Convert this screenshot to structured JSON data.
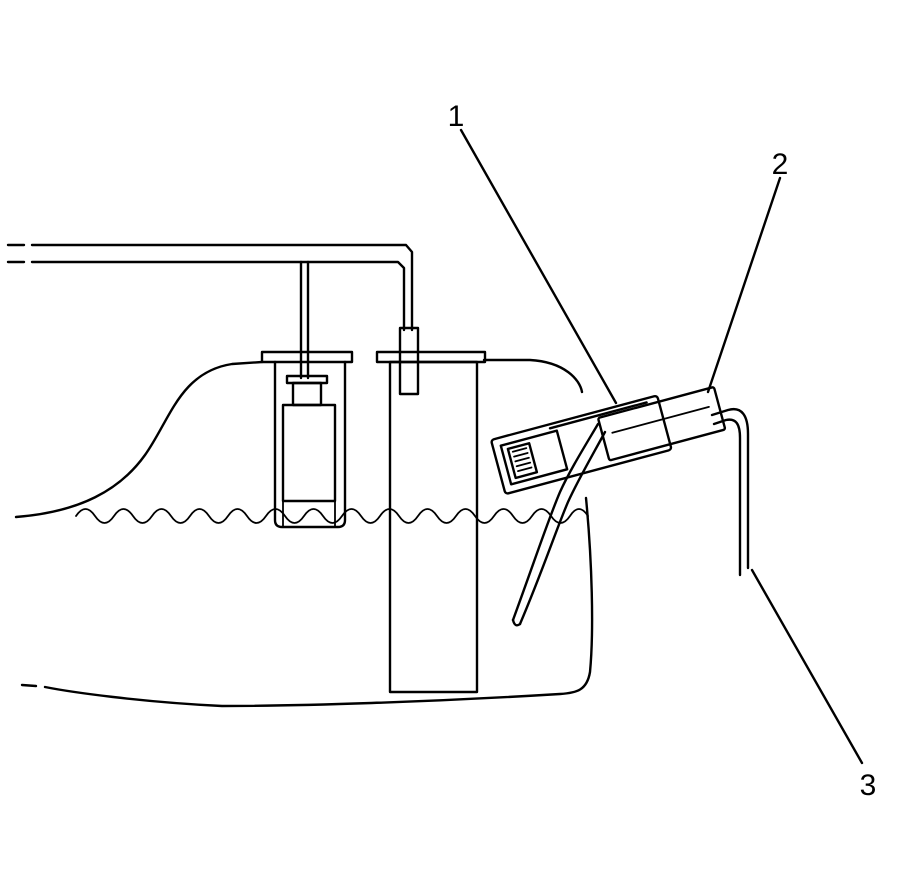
{
  "callouts": [
    {
      "id": "1",
      "text": "1"
    },
    {
      "id": "2",
      "text": "2"
    },
    {
      "id": "3",
      "text": "3"
    }
  ]
}
